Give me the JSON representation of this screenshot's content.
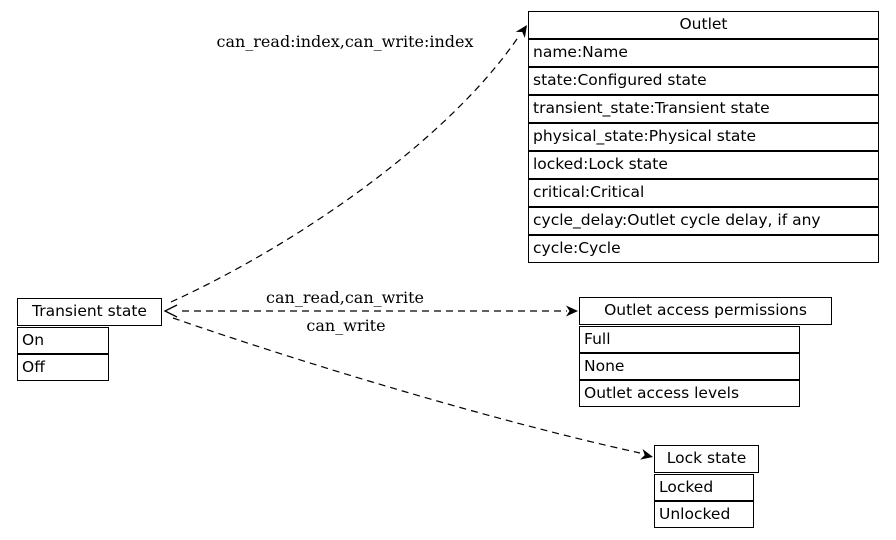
{
  "tables": {
    "outlet": {
      "title": "Outlet",
      "rows": [
        "name:Name",
        "state:Configured state",
        "transient_state:Transient state",
        "physical_state:Physical state",
        "locked:Lock state",
        "critical:Critical",
        "cycle_delay:Outlet cycle delay, if any",
        "cycle:Cycle"
      ]
    },
    "transient_state": {
      "title": "Transient state",
      "rows": [
        "On",
        "Off"
      ]
    },
    "outlet_access_permissions": {
      "title": "Outlet access permissions",
      "rows": [
        "Full",
        "None",
        "Outlet access levels"
      ]
    },
    "lock_state": {
      "title": "Lock state",
      "rows": [
        "Locked",
        "Unlocked"
      ]
    }
  },
  "edge_labels": {
    "outlet": "can_read:index,can_write:index",
    "permissions": "can_read,can_write",
    "lock": "can_write"
  },
  "colors": {
    "line": "#000000",
    "box_border": "#000000",
    "background": "#ffffff",
    "text": "#000000"
  }
}
